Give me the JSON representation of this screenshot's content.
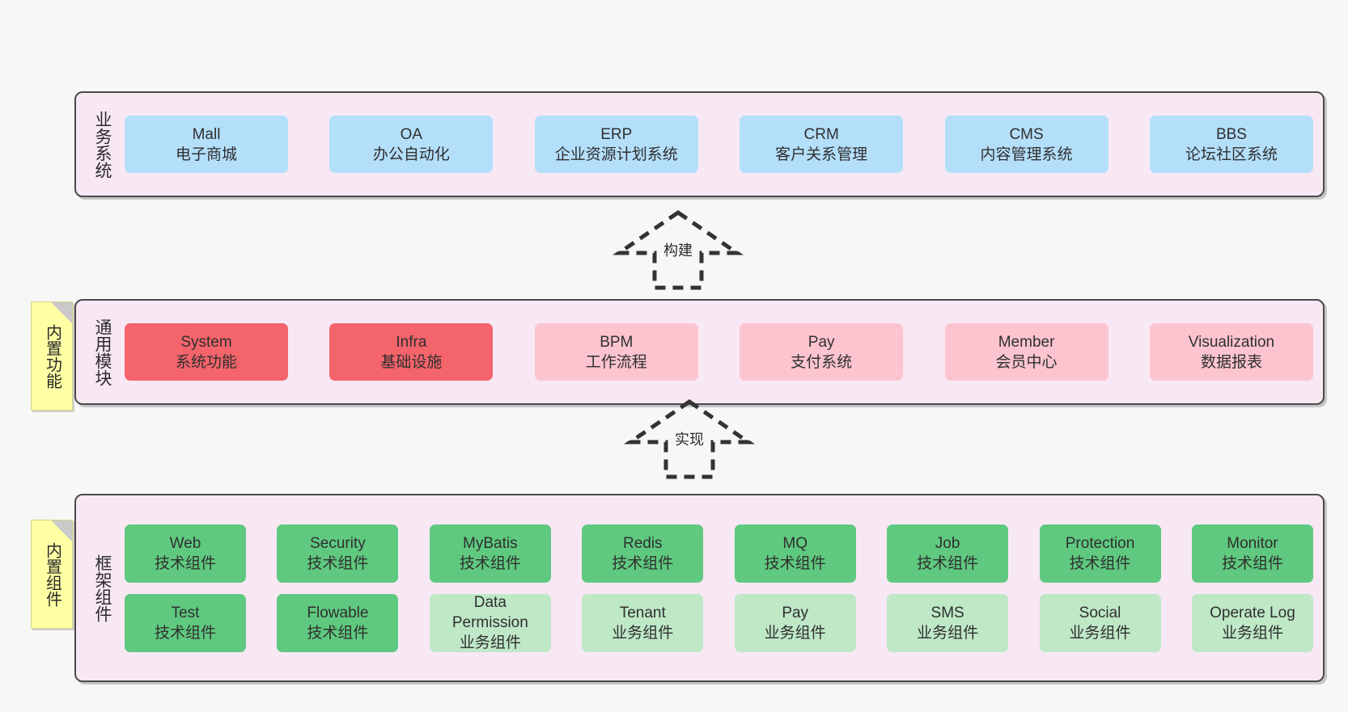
{
  "layers": {
    "business": {
      "title": "业务系统",
      "cards": [
        {
          "name": "Mall",
          "desc": "电子商城"
        },
        {
          "name": "OA",
          "desc": "办公自动化"
        },
        {
          "name": "ERP",
          "desc": "企业资源计划系统"
        },
        {
          "name": "CRM",
          "desc": "客户关系管理"
        },
        {
          "name": "CMS",
          "desc": "内容管理系统"
        },
        {
          "name": "BBS",
          "desc": "论坛社区系统"
        }
      ]
    },
    "common": {
      "title": "通用模块",
      "cards": [
        {
          "name": "System",
          "desc": "系统功能"
        },
        {
          "name": "Infra",
          "desc": "基础设施"
        },
        {
          "name": "BPM",
          "desc": "工作流程"
        },
        {
          "name": "Pay",
          "desc": "支付系统"
        },
        {
          "name": "Member",
          "desc": "会员中心"
        },
        {
          "name": "Visualization",
          "desc": "数据报表"
        }
      ]
    },
    "framework": {
      "title": "框架组件",
      "row1": [
        {
          "name": "Web",
          "desc": "技术组件"
        },
        {
          "name": "Security",
          "desc": "技术组件"
        },
        {
          "name": "MyBatis",
          "desc": "技术组件"
        },
        {
          "name": "Redis",
          "desc": "技术组件"
        },
        {
          "name": "MQ",
          "desc": "技术组件"
        },
        {
          "name": "Job",
          "desc": "技术组件"
        },
        {
          "name": "Protection",
          "desc": "技术组件"
        },
        {
          "name": "Monitor",
          "desc": "技术组件"
        }
      ],
      "row2": [
        {
          "name": "Test",
          "desc": "技术组件"
        },
        {
          "name": "Flowable",
          "desc": "技术组件"
        },
        {
          "name": "Data Permission",
          "desc": "业务组件"
        },
        {
          "name": "Tenant",
          "desc": "业务组件"
        },
        {
          "name": "Pay",
          "desc": "业务组件"
        },
        {
          "name": "SMS",
          "desc": "业务组件"
        },
        {
          "name": "Social",
          "desc": "业务组件"
        },
        {
          "name": "Operate Log",
          "desc": "业务组件"
        }
      ]
    }
  },
  "notes": [
    {
      "label": "内置功能"
    },
    {
      "label": "内置组件"
    }
  ],
  "arrows": [
    {
      "label": "构建"
    },
    {
      "label": "实现"
    }
  ],
  "colors": {
    "container_bg": "#f8e8f4",
    "container_border": "#4a4a4a",
    "blue": "#b4dffb",
    "red": "#f4646b",
    "pink": "#fbc4ce",
    "green": "#5fc97f",
    "light_green": "#bfe8c7",
    "note_yellow": "#ffffa4",
    "page_bg": "#f7f7f7"
  }
}
